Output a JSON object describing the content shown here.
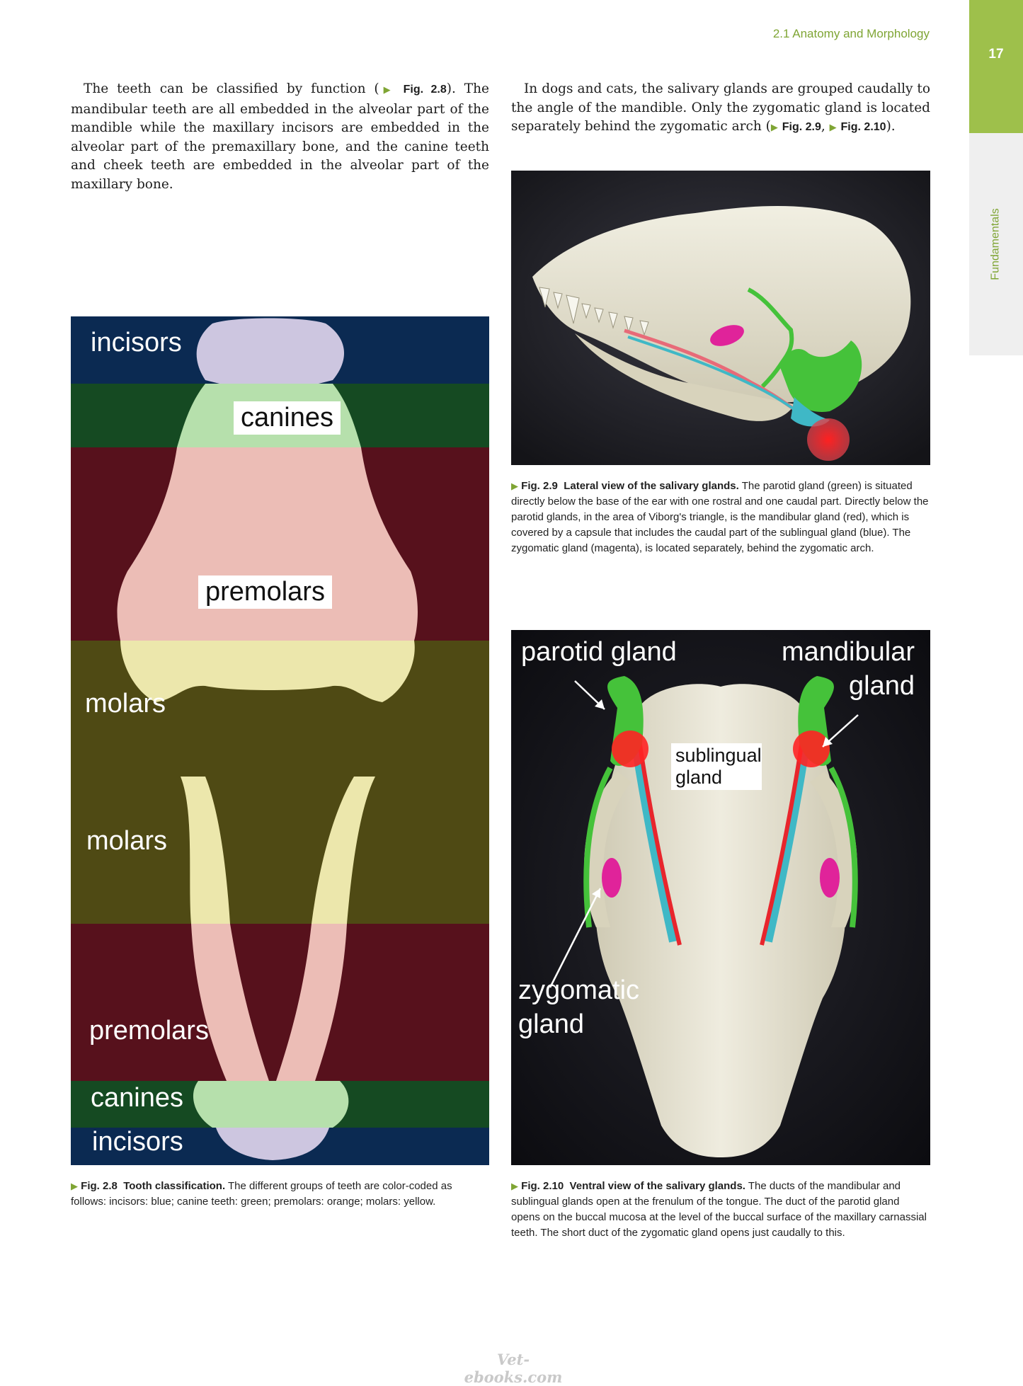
{
  "header": {
    "running_title": "2.1 Anatomy and Morphology",
    "page_number": "17",
    "section_tab": "Fundamentals"
  },
  "left_column": {
    "p1_before": "The teeth can be classified by function (",
    "p1_ref": "Fig. 2.8",
    "p1_after": "). The mandibular teeth are all embedded in the alveolar part of the mandible while the maxillary incisors are embedded in the alveolar part of the premaxillary bone, and the canine teeth and cheek teeth are embedded in the alveolar part of the maxillary bone."
  },
  "right_column": {
    "p1_before": "In dogs and cats, the salivary glands are grouped caudally to the angle of the mandible. Only the zygomatic gland is located separately behind the zygomatic arch (",
    "p1_ref1": "Fig. 2.9",
    "p1_sep": ", ",
    "p1_ref2": "Fig. 2.10",
    "p1_after": ")."
  },
  "figures": {
    "fig28": {
      "labels": {
        "incisors_top": "incisors",
        "canines_top": "canines",
        "premolars_top": "premolars",
        "molars_top": "molars",
        "molars_bottom": "molars",
        "premolars_bottom": "premolars",
        "canines_bottom": "canines",
        "incisors_bottom": "incisors"
      },
      "caption_num": "Fig. 2.8",
      "caption_title": "Tooth classification.",
      "caption_text": "The different groups of teeth are color-coded as follows: incisors: blue; canine teeth: green; premolars: orange; molars: yellow."
    },
    "fig29": {
      "caption_num": "Fig. 2.9",
      "caption_title": "Lateral view of the salivary glands.",
      "caption_text": "The parotid gland (green) is situated directly below the base of the ear with one rostral and one caudal part. Directly below the parotid glands, in the area of Viborg's triangle, is the mandibular gland (red), which is covered by a capsule that includes the caudal part of the sublingual gland (blue). The zygomatic gland (magenta), is located separately, behind the zygomatic arch."
    },
    "fig210": {
      "labels": {
        "parotid": "parotid gland",
        "mandibular_1": "mandibular",
        "mandibular_2": "gland",
        "sublingual_1": "sublingual",
        "sublingual_2": "gland",
        "zygomatic_1": "zygomatic",
        "zygomatic_2": "gland"
      },
      "caption_num": "Fig. 2.10",
      "caption_title": "Ventral view of the salivary glands.",
      "caption_text": "The ducts of the mandibular and sublingual glands open at the frenulum of the tongue. The duct of the parotid gland opens on the buccal mucosa at the level of the buccal surface of the maxillary carnassial teeth. The short duct of the zygomatic gland opens just caudally to this."
    }
  },
  "footer": {
    "watermark": "Vet-ebooks.com"
  },
  "colors": {
    "accent_green": "#7fa534",
    "tab_green": "#9ec04b",
    "band_incisors": "#0b2a52",
    "band_canines": "#154a22",
    "band_premolars": "#57111c",
    "band_molars": "#4f4a14",
    "parotid": "#45c23a",
    "mandibular": "#e8252c",
    "sublingual": "#3fb8c6",
    "zygomatic": "#e0239a"
  },
  "icons": {
    "figure_ref": "triangle-right-icon"
  }
}
